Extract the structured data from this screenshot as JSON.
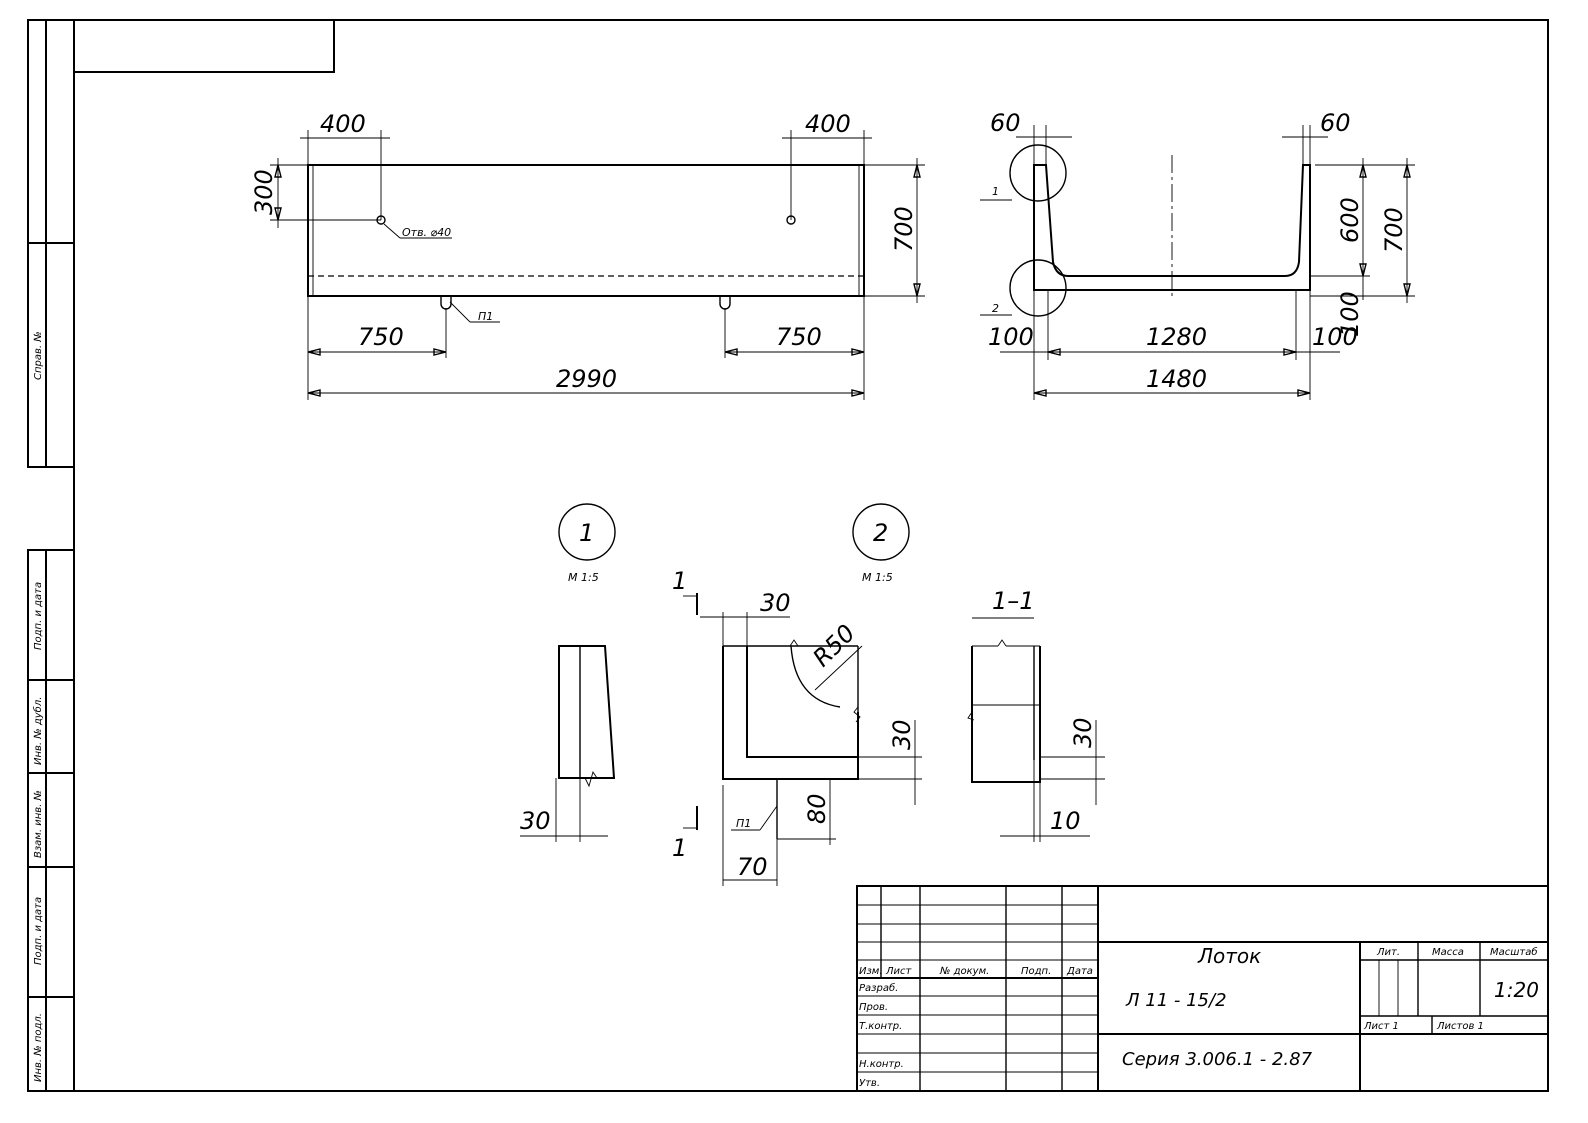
{
  "side_labels": {
    "sprav": "Справ. №",
    "podp_data_1": "Подп. и дата",
    "inv_dubl": "Инв. № дубл.",
    "vzam_inv": "Взам. инв. №",
    "podp_data_2": "Подп. и дата",
    "inv_podl": "Инв. № подл."
  },
  "front_view": {
    "dim_top_left": "400",
    "dim_top_right": "400",
    "dim_left_300": "300",
    "dim_right_700": "700",
    "hole_label": "Отв. ⌀40",
    "loop_label": "П1",
    "dim_bottom_left": "750",
    "dim_bottom_right": "750",
    "dim_total": "2990"
  },
  "section_view": {
    "dim_60_left": "60",
    "dim_60_right": "60",
    "dim_600": "600",
    "dim_700": "700",
    "callout_1": "1",
    "callout_2": "2",
    "dim_100_left": "100",
    "dim_1280": "1280",
    "dim_100_right": "100",
    "dim_100_vert": "100",
    "dim_1480": "1480"
  },
  "details": {
    "detail1_num": "1",
    "detail1_scale": "М 1:5",
    "detail2_num": "2",
    "detail2_scale": "М 1:5",
    "dim_30_d1": "30",
    "cut_label_top": "1",
    "cut_label_bottom": "1",
    "dim_30_top": "30",
    "dim_r50": "R50",
    "dim_30_right": "30",
    "dim_80": "80",
    "dim_70": "70",
    "loop_label": "П1",
    "section_title": "1–1",
    "dim_30_sec": "30",
    "dim_10_sec": "10"
  },
  "title_block": {
    "izm": "Изм.",
    "list": "Лист",
    "no_dokum": "№ докум.",
    "podp": "Подп.",
    "data": "Дата",
    "razrab": "Разраб.",
    "prov": "Пров.",
    "t_kontr": "Т.контр.",
    "n_kontr": "Н.контр.",
    "utv": "Утв.",
    "name": "Лоток",
    "designation": "Л 11 - 15/2",
    "series": "Серия 3.006.1 - 2.87",
    "lit": "Лит.",
    "massa": "Масса",
    "masshtab": "Масштаб",
    "scale_value": "1:20",
    "sheet": "Лист 1",
    "sheets": "Листов 1"
  }
}
